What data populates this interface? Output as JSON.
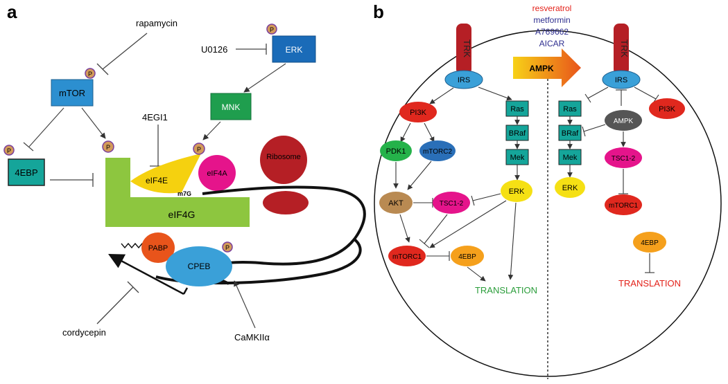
{
  "panel_a": {
    "label": "a",
    "drugs": {
      "rapamycin": "rapamycin",
      "u0126": "U0126",
      "egi": "4EGI1",
      "cordycepin": "cordycepin",
      "camk": "CaMKIIα"
    },
    "nodes": {
      "mtor": "mTOR",
      "ebp": "4EBP",
      "erk": "ERK",
      "mnk": "MNK",
      "eif4e": "eIF4E",
      "eif4a": "eIF4A",
      "eif4g": "eIF4G",
      "m7g": "m7G",
      "ribosome": "Ribosome",
      "pabp": "PABP",
      "cpeb": "CPEB"
    },
    "phospho": "P"
  },
  "panel_b": {
    "label": "b",
    "activators": [
      "resveratrol",
      "metformin",
      "A769662",
      "AICAR"
    ],
    "activator_colors": [
      "#e32119",
      "#2e2e8f",
      "#2e2e8f",
      "#2e2e8f"
    ],
    "ampk_arrow": "AMPK",
    "left": {
      "trk": "TRK",
      "irs": "IRS",
      "pi3k": "PI3K",
      "ras": "Ras",
      "braf": "BRaf",
      "mek": "Mek",
      "erk": "ERK",
      "pdk1": "PDK1",
      "mtorc2": "mTORC2",
      "akt": "AKT",
      "tsc": "TSC1-2",
      "mtorc1": "mTORC1",
      "ebp": "4EBP",
      "translation": "TRANSLATION"
    },
    "right": {
      "trk": "TRK",
      "irs": "IRS",
      "ras": "Ras",
      "braf": "BRaf",
      "mek": "Mek",
      "erk": "ERK",
      "ampk": "AMPK",
      "pi3k": "PI3K",
      "tsc": "TSC1-2",
      "mtorc1": "mTORC1",
      "ebp": "4EBP",
      "translation": "TRANSLATION"
    }
  },
  "colors": {
    "translation_left": "#2a9d3a",
    "translation_right": "#e32119"
  }
}
